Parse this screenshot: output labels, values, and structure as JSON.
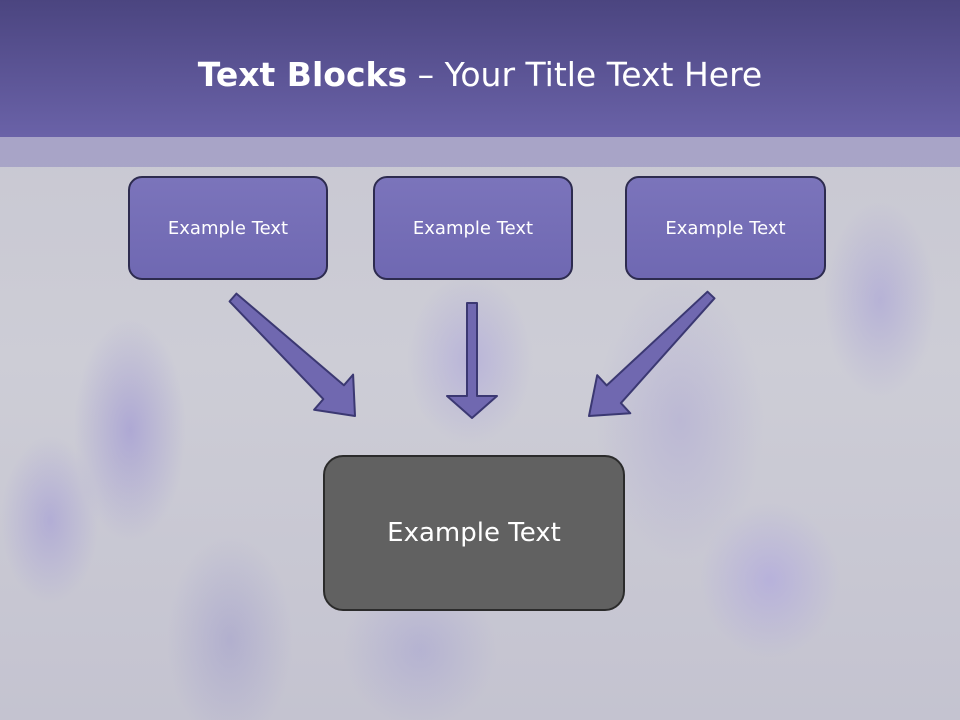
{
  "title": {
    "bold": "Text Blocks",
    "separator": " – ",
    "rest": "Your Title Text Here"
  },
  "blocks": {
    "left": "Example Text",
    "center": "Example Text",
    "right": "Example Text",
    "main": "Example Text"
  },
  "colors": {
    "header": "#6a62a8",
    "block_fill": "#7570b8",
    "main_fill": "#616161",
    "arrow_fill": "#7068b0"
  }
}
